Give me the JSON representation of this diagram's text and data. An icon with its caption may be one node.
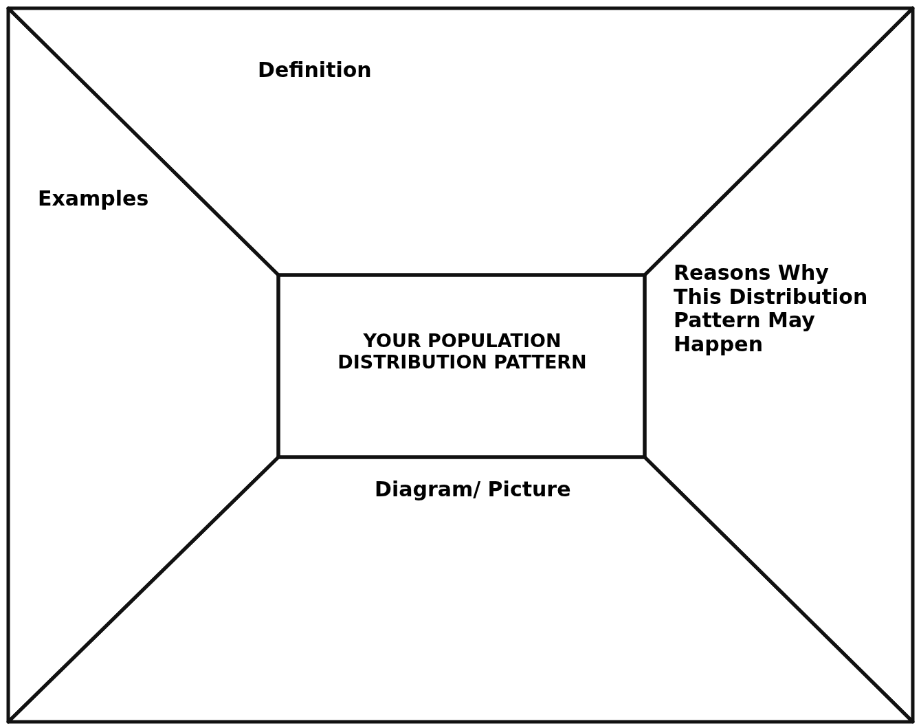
{
  "diagram": {
    "nodes": [
      {
        "text": [
          "Definition"
        ]
      },
      {
        "text": [
          "Examples"
        ]
      },
      {
        "text": [
          "Reasons Why This Distribution Pattern May Happen"
        ]
      },
      {
        "text": [
          "YOUR POPULATION DISTRIBUTION PATTERN"
        ]
      },
      {
        "text": [
          "Diagram/ Picture"
        ]
      }
    ],
    "edges": []
  }
}
